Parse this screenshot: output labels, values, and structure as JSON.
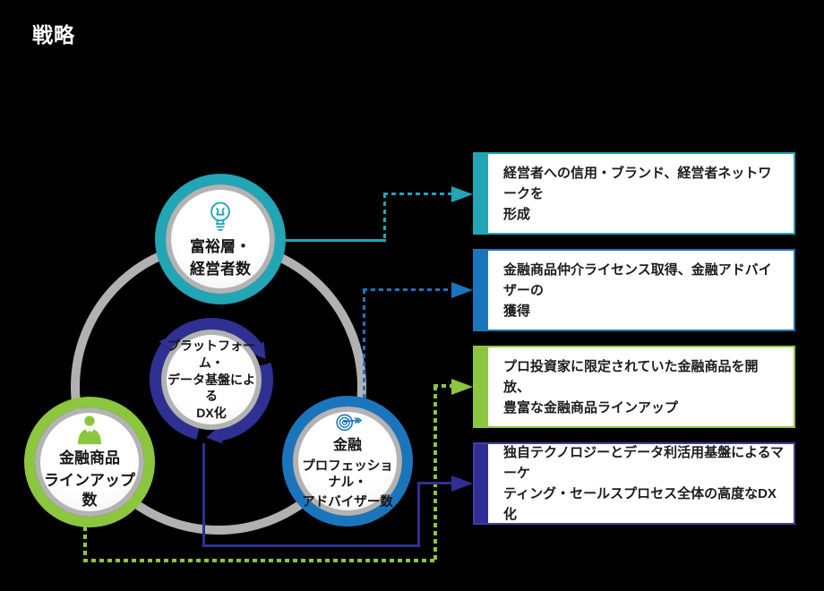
{
  "page": {
    "title": "戦略",
    "background": "#000000"
  },
  "colors": {
    "teal": "#22a5b4",
    "green": "#8cc63f",
    "blue": "#1b75bc",
    "navy": "#2e3192",
    "gray_ring": "#b1b1b1"
  },
  "nodes": {
    "top": {
      "icon": "lightbulb-icon",
      "lines": [
        "富裕層・",
        "経営者数"
      ]
    },
    "left": {
      "icon": "person-icon",
      "lines": [
        "金融商品",
        "ラインアップ数"
      ]
    },
    "right": {
      "icon": "target-icon",
      "lines": [
        "金融",
        "プロフェッショナル・",
        "アドバイザー数"
      ]
    },
    "center": {
      "lines": [
        "プラットフォーム・",
        "データ基盤による",
        "DX化"
      ]
    }
  },
  "boxes": [
    {
      "id": "box-trust",
      "accent": "#22a5b4",
      "lines": [
        "経営者への信用・ブランド、経営者ネットワークを",
        "形成"
      ]
    },
    {
      "id": "box-license",
      "accent": "#1b75bc",
      "lines": [
        "金融商品仲介ライセンス取得、金融アドバイザーの",
        "獲得"
      ]
    },
    {
      "id": "box-products",
      "accent": "#8cc63f",
      "lines": [
        "プロ投資家に限定されていた金融商品を開放、",
        "豊富な金融商品ラインアップ"
      ]
    },
    {
      "id": "box-dx",
      "accent": "#2e3192",
      "lines": [
        "独自テクノロジーとデータ利活用基盤によるマーケ",
        "ティング・セールスプロセス全体の高度なDX化"
      ]
    }
  ]
}
